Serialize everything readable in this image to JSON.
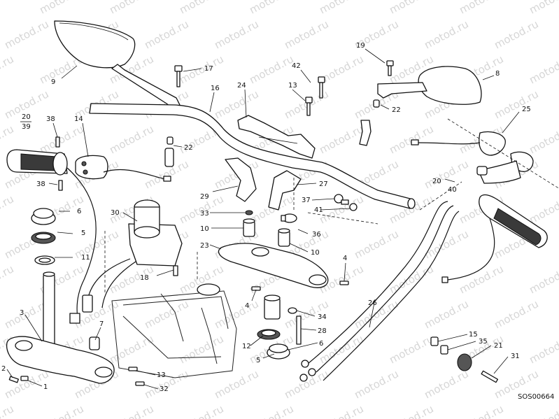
{
  "diagram": {
    "watermark": "motod.ru",
    "reference": "SOS00664",
    "callouts": [
      {
        "id": "c9",
        "label": "9"
      },
      {
        "id": "c17",
        "label": "17"
      },
      {
        "id": "c16",
        "label": "16"
      },
      {
        "id": "c24",
        "label": "24"
      },
      {
        "id": "c42",
        "label": "42"
      },
      {
        "id": "c19",
        "label": "19"
      },
      {
        "id": "c8",
        "label": "8"
      },
      {
        "id": "c13a",
        "label": "13"
      },
      {
        "id": "c22a",
        "label": "22"
      },
      {
        "id": "c22b",
        "label": "22"
      },
      {
        "id": "c25",
        "label": "25"
      },
      {
        "id": "c20a",
        "label": "20"
      },
      {
        "id": "c39",
        "label": "39"
      },
      {
        "id": "c38a",
        "label": "38"
      },
      {
        "id": "c14",
        "label": "14"
      },
      {
        "id": "c38b",
        "label": "38"
      },
      {
        "id": "c6a",
        "label": "6"
      },
      {
        "id": "c5a",
        "label": "5"
      },
      {
        "id": "c11",
        "label": "11"
      },
      {
        "id": "c30",
        "label": "30"
      },
      {
        "id": "c29",
        "label": "29"
      },
      {
        "id": "c27",
        "label": "27"
      },
      {
        "id": "c33",
        "label": "33"
      },
      {
        "id": "c37",
        "label": "37"
      },
      {
        "id": "c41",
        "label": "41"
      },
      {
        "id": "c20b",
        "label": "20"
      },
      {
        "id": "c40",
        "label": "40"
      },
      {
        "id": "c10a",
        "label": "10"
      },
      {
        "id": "c36",
        "label": "36"
      },
      {
        "id": "c23",
        "label": "23"
      },
      {
        "id": "c10b",
        "label": "10"
      },
      {
        "id": "c4a",
        "label": "4"
      },
      {
        "id": "c18",
        "label": "18"
      },
      {
        "id": "c3",
        "label": "3"
      },
      {
        "id": "c7",
        "label": "7"
      },
      {
        "id": "c4b",
        "label": "4"
      },
      {
        "id": "c26",
        "label": "26"
      },
      {
        "id": "c34",
        "label": "34"
      },
      {
        "id": "c28",
        "label": "28"
      },
      {
        "id": "c12",
        "label": "12"
      },
      {
        "id": "c6b",
        "label": "6"
      },
      {
        "id": "c5b",
        "label": "5"
      },
      {
        "id": "c15",
        "label": "15"
      },
      {
        "id": "c35",
        "label": "35"
      },
      {
        "id": "c21",
        "label": "21"
      },
      {
        "id": "c31",
        "label": "31"
      },
      {
        "id": "c2",
        "label": "2"
      },
      {
        "id": "c1",
        "label": "1"
      },
      {
        "id": "c13b",
        "label": "13"
      },
      {
        "id": "c32",
        "label": "32"
      }
    ]
  }
}
